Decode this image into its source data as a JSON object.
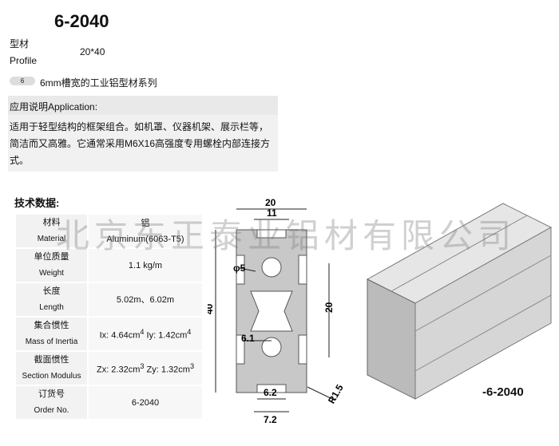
{
  "title": "6-2040",
  "profile": {
    "label_cn": "型材",
    "label_en": "Profile",
    "value": "20*40"
  },
  "series": {
    "badge": "6",
    "text": "6mm槽宽的工业铝型材系列"
  },
  "application": {
    "heading": "应用说明Application:",
    "body": "适用于轻型结构的框架组合。如机罩、仪器机架、展示栏等，简洁而又高雅。它通常采用M6X16高强度专用螺栓内部连接方式。"
  },
  "tech": {
    "heading": "技术数据:",
    "rows": [
      {
        "cn": "材料",
        "en": "Material",
        "v1": "铝",
        "v2": "Aluminum(6063-T5)"
      },
      {
        "cn": "单位质量",
        "en": "Weight",
        "v1": "1.1  kg/m"
      },
      {
        "cn": "长度",
        "en": "Length",
        "v1": "5.02m、6.02m"
      },
      {
        "cn": "集合惯性",
        "en": "Mass of Inertia",
        "v1": "Ix: 4.64cm",
        "s1": "4",
        "v1b": " Iy: 1.42cm",
        "s2": "4"
      },
      {
        "cn": "截面惯性",
        "en": "Section Modulus",
        "v1": "Zx: 2.32cm",
        "s1": "3",
        "v1b": "  Zy: 1.32cm",
        "s2": "3"
      },
      {
        "cn": "订货号",
        "en": "Order No.",
        "v1": "6-2040"
      }
    ]
  },
  "watermark": "北京东正泰业铝材有限公司",
  "drawing": {
    "d20": "20",
    "d11": "11",
    "phi": "φ5",
    "d40": "40",
    "d20r": "20",
    "d61": "6.1",
    "d62": "6.2",
    "d72": "7.2",
    "r": "R1.5"
  },
  "product_label": "-6-2040"
}
